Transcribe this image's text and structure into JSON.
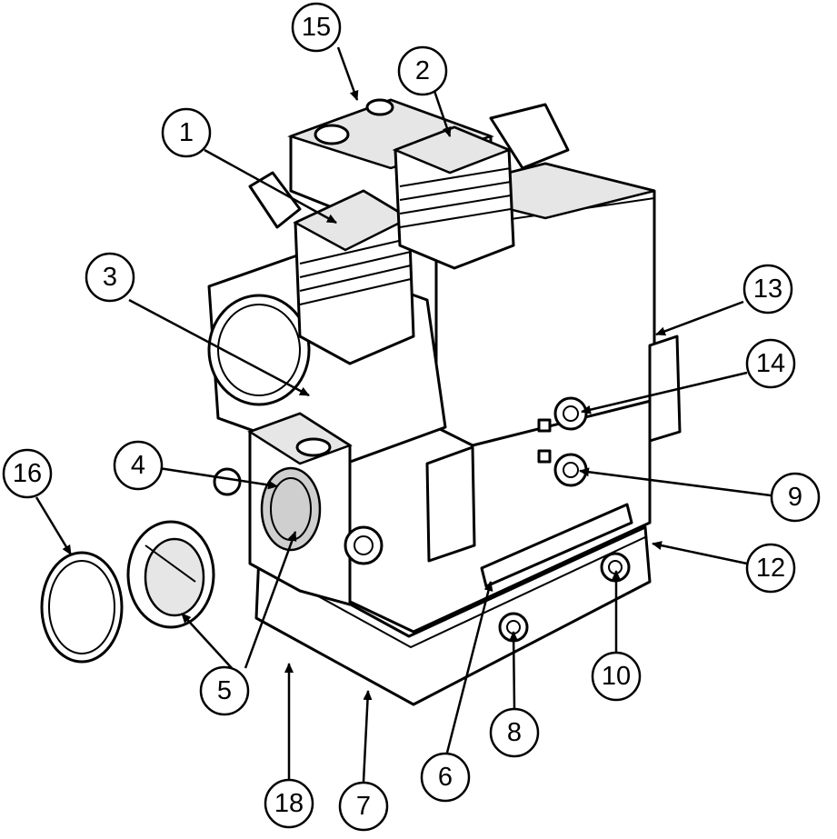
{
  "callouts": [
    {
      "id": "c1",
      "label": "1"
    },
    {
      "id": "c2",
      "label": "2"
    },
    {
      "id": "c3",
      "label": "3"
    },
    {
      "id": "c4",
      "label": "4"
    },
    {
      "id": "c5",
      "label": "5"
    },
    {
      "id": "c6",
      "label": "6"
    },
    {
      "id": "c7",
      "label": "7"
    },
    {
      "id": "c8",
      "label": "8"
    },
    {
      "id": "c9",
      "label": "9"
    },
    {
      "id": "c10",
      "label": "10"
    },
    {
      "id": "c12",
      "label": "12"
    },
    {
      "id": "c13",
      "label": "13"
    },
    {
      "id": "c14",
      "label": "14"
    },
    {
      "id": "c15",
      "label": "15"
    },
    {
      "id": "c16",
      "label": "16"
    },
    {
      "id": "c18",
      "label": "18"
    }
  ]
}
